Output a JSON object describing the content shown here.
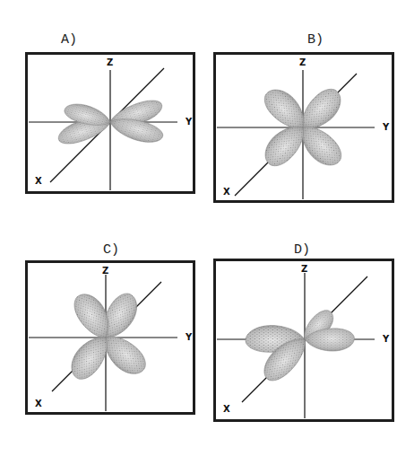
{
  "diagram": {
    "nodes": [
      {
        "text": [
          "A)",
          "Z",
          "Y",
          "X"
        ]
      },
      {
        "text": [
          "B)",
          "Z",
          "Y",
          "X"
        ]
      },
      {
        "text": [
          "C)",
          "Z",
          "Y",
          "X"
        ]
      },
      {
        "text": [
          "D)",
          "Z",
          "Y",
          "X"
        ]
      }
    ]
  }
}
